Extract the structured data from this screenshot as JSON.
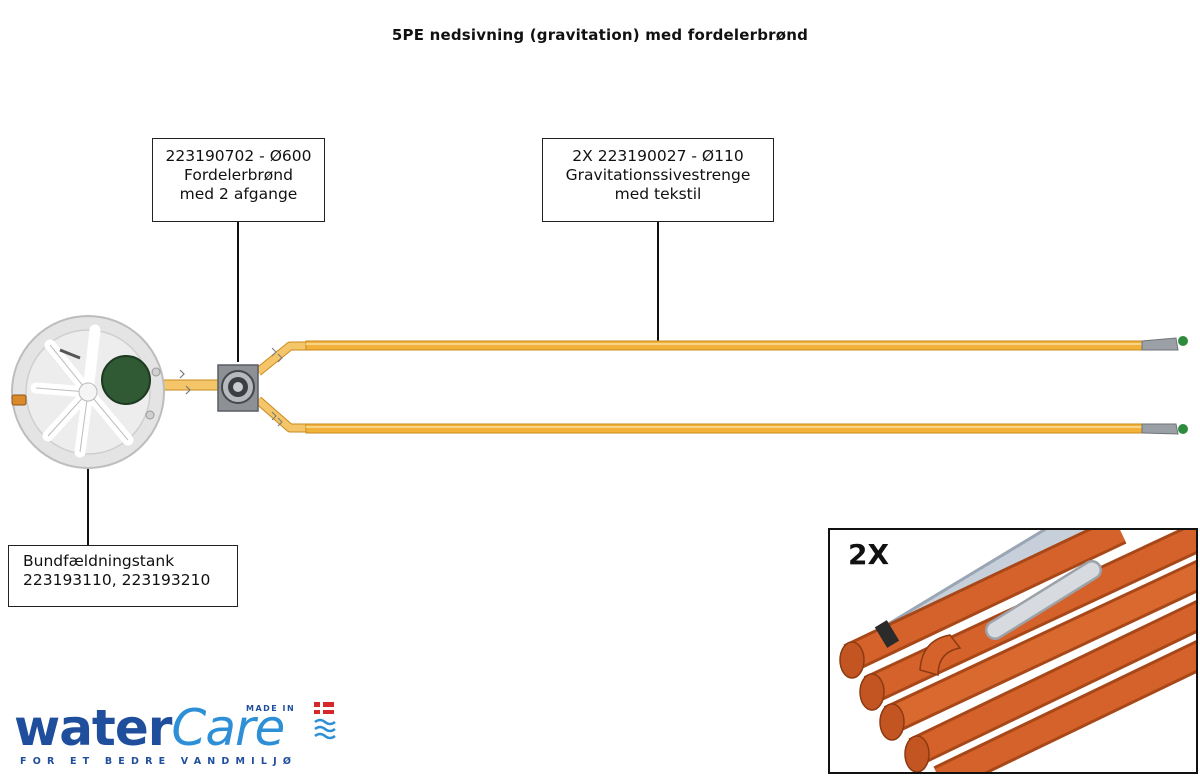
{
  "title": "5PE nedsivning (gravitation) med fordelerbrønd",
  "labels": {
    "well": {
      "line1": "223190702 - Ø600",
      "line2": "Fordelerbrønd",
      "line3": "med 2 afgange"
    },
    "strands": {
      "line1": "2X 223190027 - Ø110",
      "line2": "Gravitationssivestrenge",
      "line3": "med tekstil"
    },
    "tank": {
      "line1": "Bundfældningstank",
      "line2": "223193110, 223193210"
    }
  },
  "inset": {
    "count": "2X"
  },
  "logo": {
    "word_water": "water",
    "word_care": "Care",
    "made_in": "MADE IN",
    "tagline": "FOR ET BEDRE VANDMILJØ"
  },
  "colors": {
    "pipe": "#f2b23a",
    "pipe_edge": "#c98a1c",
    "pipe_end": "#9aa0a6",
    "cap": "#2e8b3e",
    "tank_lid": "#2f5a34",
    "inset_pipe": "#d4622a",
    "logo_dark": "#1f4e9c",
    "logo_light": "#2d8fd6"
  }
}
